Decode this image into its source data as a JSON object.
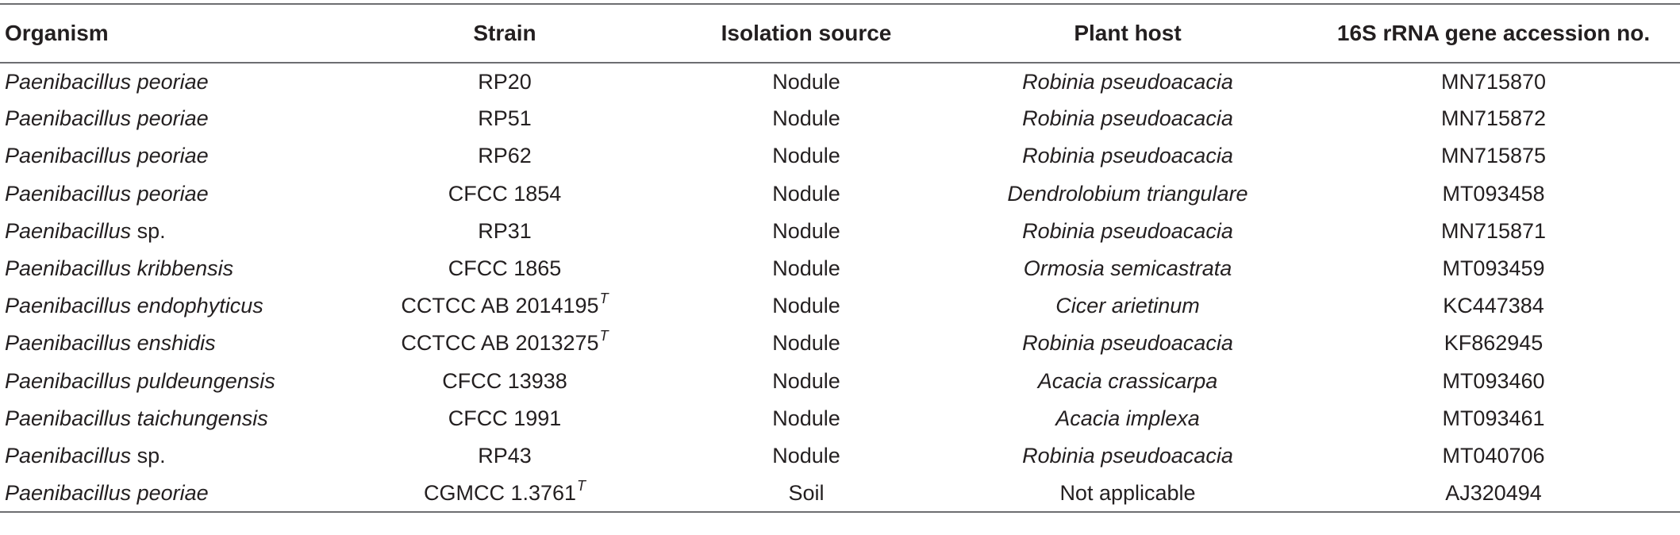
{
  "table": {
    "headers": {
      "organism": "Organism",
      "strain": "Strain",
      "isolation_source": "Isolation source",
      "plant_host": "Plant host",
      "accession": "16S rRNA gene accession no."
    },
    "rows": [
      {
        "organism": "Paenibacillus peoriae",
        "strain": "RP20",
        "strain_sup": "",
        "isolation_source": "Nodule",
        "plant_host": "Robinia pseudoacacia",
        "host_italic": true,
        "accession": "MN715870"
      },
      {
        "organism": "Paenibacillus peoriae",
        "strain": "RP51",
        "strain_sup": "",
        "isolation_source": "Nodule",
        "plant_host": "Robinia pseudoacacia",
        "host_italic": true,
        "accession": "MN715872"
      },
      {
        "organism": "Paenibacillus peoriae",
        "strain": "RP62",
        "strain_sup": "",
        "isolation_source": "Nodule",
        "plant_host": "Robinia pseudoacacia",
        "host_italic": true,
        "accession": "MN715875"
      },
      {
        "organism": "Paenibacillus peoriae",
        "strain": "CFCC 1854",
        "strain_sup": "",
        "isolation_source": "Nodule",
        "plant_host": "Dendrolobium triangulare",
        "host_italic": true,
        "accession": "MT093458"
      },
      {
        "organism": "Paenibacillus sp.",
        "organism_italic_part": "Paenibacillus",
        "organism_plain_part": " sp.",
        "strain": "RP31",
        "strain_sup": "",
        "isolation_source": "Nodule",
        "plant_host": "Robinia pseudoacacia",
        "host_italic": true,
        "accession": "MN715871"
      },
      {
        "organism": "Paenibacillus kribbensis",
        "strain": "CFCC 1865",
        "strain_sup": "",
        "isolation_source": "Nodule",
        "plant_host": "Ormosia semicastrata",
        "host_italic": true,
        "accession": "MT093459"
      },
      {
        "organism": "Paenibacillus endophyticus",
        "strain": "CCTCC AB 2014195",
        "strain_sup": "T",
        "isolation_source": "Nodule",
        "plant_host": "Cicer arietinum",
        "host_italic": true,
        "accession": "KC447384"
      },
      {
        "organism": "Paenibacillus enshidis",
        "strain": "CCTCC AB 2013275",
        "strain_sup": "T",
        "isolation_source": "Nodule",
        "plant_host": "Robinia pseudoacacia",
        "host_italic": true,
        "accession": "KF862945"
      },
      {
        "organism": "Paenibacillus puldeungensis",
        "strain": "CFCC 13938",
        "strain_sup": "",
        "isolation_source": "Nodule",
        "plant_host": "Acacia crassicarpa",
        "host_italic": true,
        "accession": "MT093460"
      },
      {
        "organism": "Paenibacillus taichungensis",
        "strain": "CFCC 1991",
        "strain_sup": "",
        "isolation_source": "Nodule",
        "plant_host": "Acacia implexa",
        "host_italic": true,
        "accession": "MT093461"
      },
      {
        "organism": "Paenibacillus sp.",
        "organism_italic_part": "Paenibacillus",
        "organism_plain_part": " sp.",
        "strain": "RP43",
        "strain_sup": "",
        "isolation_source": "Nodule",
        "plant_host": "Robinia pseudoacacia",
        "host_italic": true,
        "accession": "MT040706"
      },
      {
        "organism": "Paenibacillus peoriae",
        "strain": "CGMCC 1.3761",
        "strain_sup": "T",
        "isolation_source": "Soil",
        "plant_host": "Not applicable",
        "host_italic": false,
        "accession": "AJ320494"
      }
    ]
  }
}
